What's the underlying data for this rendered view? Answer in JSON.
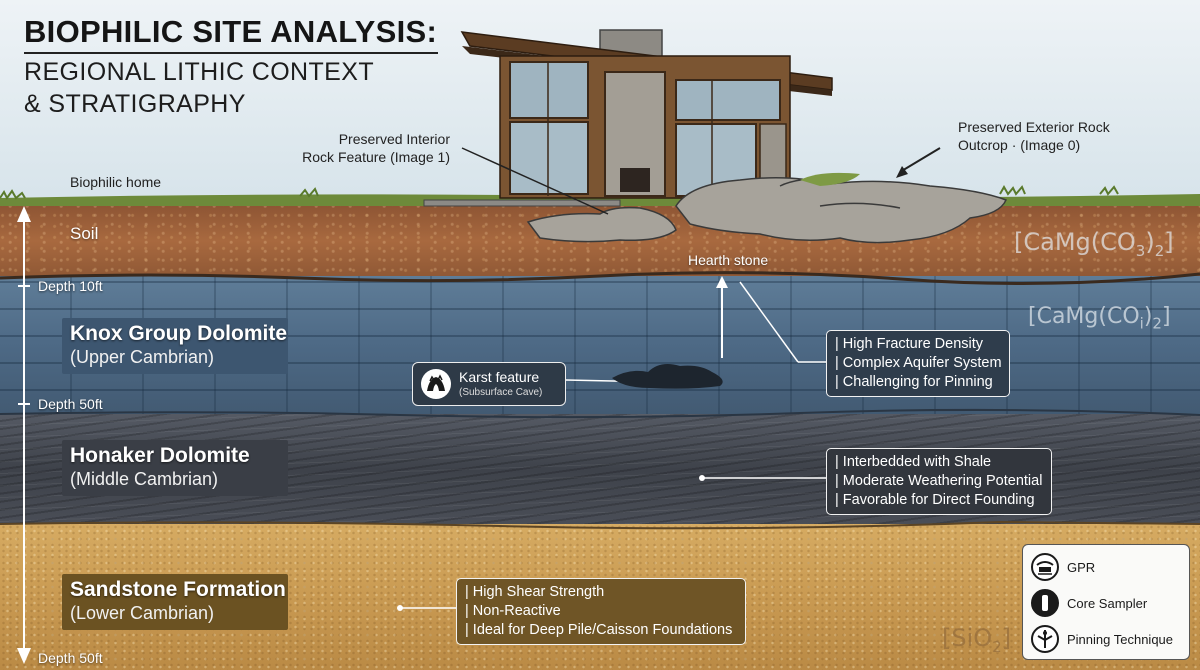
{
  "title": {
    "main": "BIOPHILIC SITE ANALYSIS:",
    "sub_line1": "REGIONAL LITHIC CONTEXT",
    "sub_line2": "& STRATIGRAPHY"
  },
  "callouts": {
    "interior_line1": "Preserved Interior",
    "interior_line2": "Rock Feature (Image 1)",
    "exterior_line1": "Preserved Exterior Rock",
    "exterior_line2": "Outcrop · (Image 0)",
    "home": "Biophilic home",
    "hearth": "Hearth stone"
  },
  "layers": {
    "soil": {
      "label": "Soil",
      "formula_main": "[CaMg(CO",
      "formula_sub": "3",
      "formula_end": ")",
      "formula_sub2": "2",
      "formula_close": "]"
    },
    "knox": {
      "name": "Knox Group Dolomite",
      "age": "(Upper Cambrian)",
      "formula_main": "[CaMg(CO",
      "formula_sub": "i",
      "formula_end": ")",
      "formula_sub2": "2",
      "formula_close": "]",
      "facts": [
        "| High Fracture Density",
        "| Complex Aquifer System",
        "| Challenging for Pinning"
      ]
    },
    "honaker": {
      "name": "Honaker Dolomite",
      "age": "(Middle Cambrian)",
      "facts": [
        "| Interbedded with Shale",
        "| Moderate Weathering Potential",
        "| Favorable for Direct Founding"
      ]
    },
    "sandstone": {
      "name": "Sandstone Formation",
      "age": "(Lower Cambrian)",
      "formula_main": "[SiO",
      "formula_sub": "2",
      "formula_close": "]",
      "facts": [
        "| High Shear Strength",
        "| Non-Reactive",
        "| Ideal for Deep Pile/Caisson Foundations"
      ]
    }
  },
  "karst": {
    "title": "Karst feature",
    "subtitle": "(Subsurface Cave)"
  },
  "depths": [
    "Depth 10ft",
    "Depth 50ft",
    "Depth 50ft"
  ],
  "legend": [
    "GPR",
    "Core Sampler",
    "Pinning Technique"
  ],
  "colors": {
    "soil": "#a8693f",
    "knox": "#4d6985",
    "honaker": "#3e424a",
    "sandstone": "#c99a52",
    "label_knox": "#3d5670",
    "label_honaker": "#3a3e46",
    "label_sandstone": "#6b5222"
  }
}
